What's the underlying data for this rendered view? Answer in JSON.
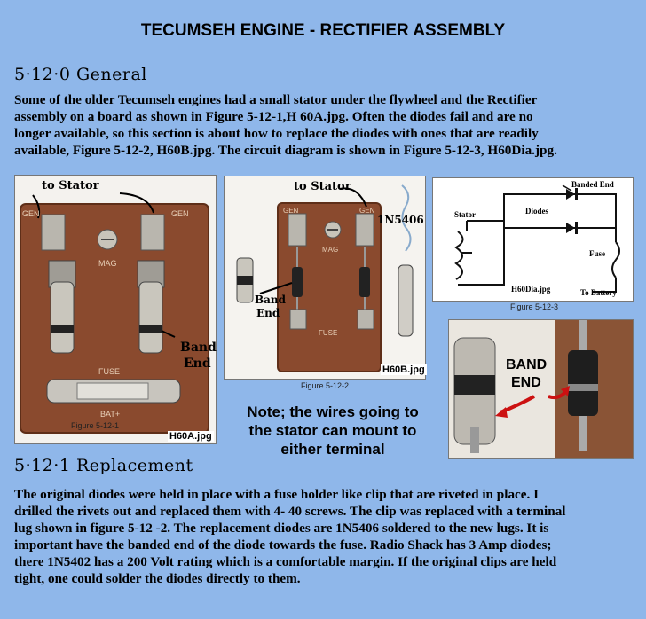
{
  "header": {
    "title": "TECUMSEH ENGINE - RECTIFIER ASSEMBLY"
  },
  "general": {
    "heading": "5·12·0 General",
    "lines": [
      "Some of the older Tecumseh engines had a small stator under the flywheel and the Rectifier",
      "assembly on a board as shown in Figure 5-12-1,H 60A.jpg. Often the diodes fail and are no",
      "longer available, so this section is about how to replace the diodes with ones that are readily",
      "available, Figure 5-12-2, H60B.jpg. The circuit diagram is shown in Figure 5-12-3, H60Dia.jpg."
    ]
  },
  "figure1": {
    "caption": "Figure 5-12-1",
    "filename": "H60A.jpg",
    "label_stator": "to Stator",
    "label_band": "Band",
    "label_end": "End",
    "board_texts": [
      "GEN",
      "GEN",
      "MAG",
      "FUSE",
      "BAT+"
    ]
  },
  "figure2": {
    "caption": "Figure 5-12-2",
    "filename": "H60B.jpg",
    "label_stator": "to Stator",
    "label_part": "1N5406",
    "label_band": "Band",
    "label_end": "End",
    "board_texts": [
      "GEN",
      "GEN",
      "MAG",
      "FUSE"
    ]
  },
  "figure3": {
    "caption": "Figure 5-12-3",
    "filename": "H60Dia.jpg",
    "label_banded": "Banded End",
    "label_diodes": "Diodes",
    "label_stator": "Stator",
    "label_fuse": "Fuse",
    "label_battery": "To Battery"
  },
  "figure4": {
    "label_band": "BAND",
    "label_end": "END"
  },
  "note": {
    "lines": [
      "Note; the wires going to",
      "the stator can mount to",
      "either terminal"
    ]
  },
  "replacement": {
    "heading": "5·12·1 Replacement",
    "lines": [
      "The original diodes were held in place with a fuse holder like clip that are riveted in place. I",
      "drilled the rivets out and replaced them with 4- 40 screws. The clip was replaced with a terminal",
      "lug shown in figure 5-12 -2. The replacement diodes are 1N5406 soldered to the new lugs. It is",
      "important have the banded end of the diode towards the fuse. Radio Shack has 3 Amp diodes;",
      "there 1N5402 has a 200 Volt rating which is a comfortable margin. If the original clips are held",
      "tight, one could solder the diodes directly to them."
    ]
  },
  "colors": {
    "background": "#8fb7ea",
    "board": "#8a4a2e",
    "metal": "#b9b6ae"
  }
}
